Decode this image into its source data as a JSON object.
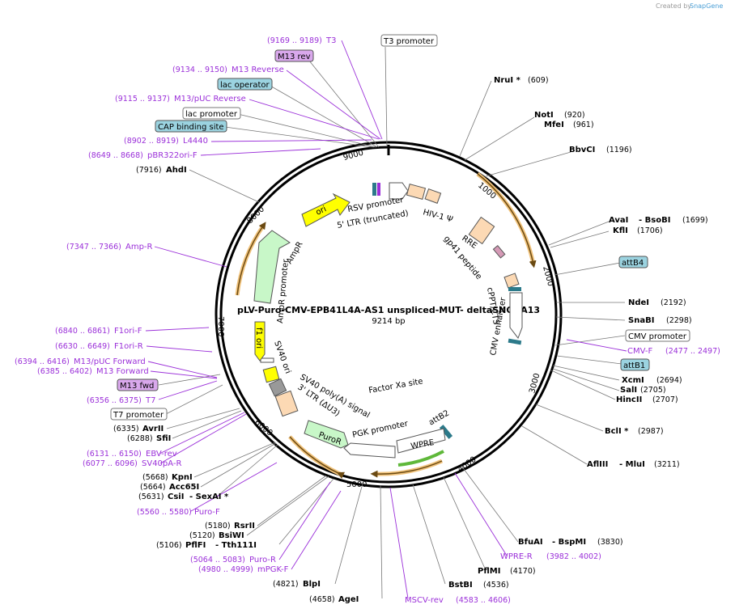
{
  "title": "pLV-Puro-CMV-EPB41L4A-AS1 unspliced-MUT- deltaSNORA13",
  "length_label": "9214 bp",
  "credit": {
    "created_by": "Created by",
    "brand": "SnapGene"
  },
  "ticks": [
    "1000",
    "2000",
    "3000",
    "4000",
    "5000",
    "6000",
    "7000",
    "8000",
    "9000"
  ],
  "enzymes": [
    {
      "name": "NruI *",
      "pos": "(609)"
    },
    {
      "name": "NotI",
      "pos": "(920)"
    },
    {
      "name": "MfeI",
      "pos": "(961)"
    },
    {
      "name": "BbvCI",
      "pos": "(1196)"
    },
    {
      "name": "AvaI",
      "pos": "- BsoBI"
    },
    {
      "name": "BsoBI",
      "pos": "(1699)"
    },
    {
      "name": "KflI",
      "pos": "(1706)"
    },
    {
      "name": "NdeI",
      "pos": "(2192)"
    },
    {
      "name": "SnaBI",
      "pos": "(2298)"
    },
    {
      "name": "XcmI",
      "pos": "(2694)"
    },
    {
      "name": "SalI",
      "pos": "(2705)"
    },
    {
      "name": "HincII",
      "pos": "(2707)"
    },
    {
      "name": "BclI *",
      "pos": "(2987)"
    },
    {
      "name": "AflIII",
      "pos": "- MluI"
    },
    {
      "name": "MluI",
      "pos": "(3211)"
    },
    {
      "name": "BfuAI",
      "pos": "- BspMI"
    },
    {
      "name": "BspMI",
      "pos": "(3830)"
    },
    {
      "name": "PflMI",
      "pos": "(4170)"
    },
    {
      "name": "BstBI",
      "pos": "(4536)"
    },
    {
      "name": "AgeI",
      "pos": "(4658)"
    },
    {
      "name": "BlpI",
      "pos": "(4821)"
    },
    {
      "name": "PflFI",
      "pos": "- Tth111I"
    },
    {
      "name": "Tth111I",
      "pos": "(5106)"
    },
    {
      "name": "BsiWI",
      "pos": "(5120)"
    },
    {
      "name": "RsrII",
      "pos": "(5180)"
    },
    {
      "name": "CsiI",
      "pos": "- SexAI *"
    },
    {
      "name": "SexAI *",
      "pos": "(5631)"
    },
    {
      "name": "Acc65I",
      "pos": "(5664)"
    },
    {
      "name": "KpnI",
      "pos": "(5668)"
    },
    {
      "name": "SfiI",
      "pos": "(6288)"
    },
    {
      "name": "AvrII",
      "pos": "(6335)"
    },
    {
      "name": "AhdI",
      "pos": "(7916)"
    }
  ],
  "primers": [
    {
      "name": "T3",
      "pos": "(9169 .. 9189)"
    },
    {
      "name": "M13 Reverse",
      "pos": "(9134 .. 9150)"
    },
    {
      "name": "M13/pUC Reverse",
      "pos": "(9115 .. 9137)"
    },
    {
      "name": "L4440",
      "pos": "(8902 .. 8919)"
    },
    {
      "name": "pBR322ori-F",
      "pos": "(8649 .. 8668)"
    },
    {
      "name": "Amp-R",
      "pos": "(7347 .. 7366)"
    },
    {
      "name": "F1ori-F",
      "pos": "(6840 .. 6861)"
    },
    {
      "name": "F1ori-R",
      "pos": "(6630 .. 6649)"
    },
    {
      "name": "M13/pUC Forward",
      "pos": "(6394 .. 6416)"
    },
    {
      "name": "M13 Forward",
      "pos": "(6385 .. 6402)"
    },
    {
      "name": "T7",
      "pos": "(6356 .. 6375)"
    },
    {
      "name": "EBV-rev",
      "pos": "(6131 .. 6150)"
    },
    {
      "name": "SV40pA-R",
      "pos": "(6077 .. 6096)"
    },
    {
      "name": "Puro-F",
      "pos": "(5560 .. 5580)"
    },
    {
      "name": "Puro-R",
      "pos": "(5064 .. 5083)"
    },
    {
      "name": "mPGK-F",
      "pos": "(4980 .. 4999)"
    },
    {
      "name": "MSCV-rev",
      "pos": "(4583 .. 4606)"
    },
    {
      "name": "WPRE-R",
      "pos": "(3982 .. 4002)"
    },
    {
      "name": "CMV-F",
      "pos": "(2477 .. 2497)"
    }
  ],
  "boxed_features": [
    {
      "name": "T3 promoter"
    },
    {
      "name": "M13 rev"
    },
    {
      "name": "lac operator"
    },
    {
      "name": "lac promoter"
    },
    {
      "name": "CAP binding site"
    },
    {
      "name": "attB4"
    },
    {
      "name": "CMV promoter"
    },
    {
      "name": "attB1"
    },
    {
      "name": "M13 fwd"
    },
    {
      "name": "T7 promoter"
    }
  ],
  "inner_features": [
    "RSV promoter",
    "5' LTR (truncated)",
    "HIV-1 Ψ",
    "RRE",
    "gp41 peptide",
    "cPPT/CTS",
    "CMV enhancer",
    "Factor Xa site",
    "attB2",
    "WPRE",
    "PGK promoter",
    "PuroR",
    "SV40 poly(A) signal",
    "3' LTR (ΔU3)",
    "SV40 ori",
    "AmpR promoter",
    "AmpR",
    "ori",
    "f1 ori"
  ],
  "colors": {
    "primer": "#9b30d9",
    "orf_orange": "#f0c27b",
    "ori_yellow": "#ffff00",
    "ampr_green": "#c8f7c8",
    "attb_blue": "#9bd3e0",
    "feature_peach": "#fcd9b4",
    "wpre_green": "#5fb83a",
    "backbone": "#000000"
  }
}
